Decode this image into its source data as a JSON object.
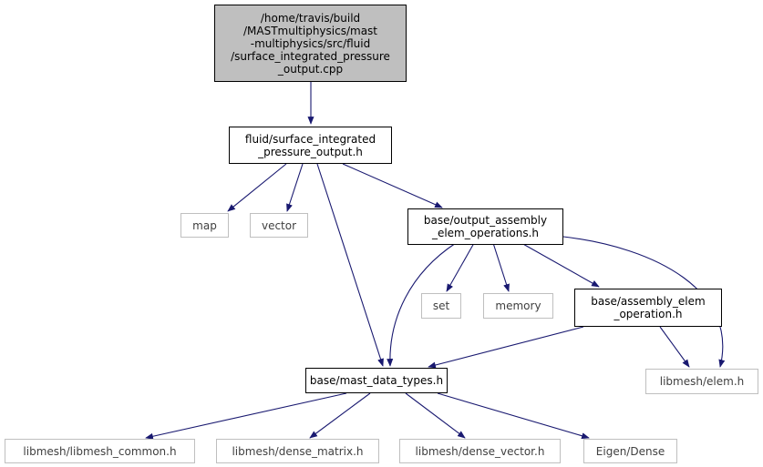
{
  "colors": {
    "edge": "#191970",
    "root_fill": "#bfbfbf",
    "external_border": "#bfbfbf",
    "node_border": "#000000"
  },
  "nodes": {
    "root": {
      "lines": [
        "/home/travis/build",
        "/MASTmultiphysics/mast",
        "-multiphysics/src/fluid",
        "/surface_integrated_pressure",
        "_output.cpp"
      ]
    },
    "header": {
      "lines": [
        "fluid/surface_integrated",
        "_pressure_output.h"
      ]
    },
    "map": {
      "lines": [
        "map"
      ]
    },
    "vector": {
      "lines": [
        "vector"
      ]
    },
    "output_ops": {
      "lines": [
        "base/output_assembly",
        "_elem_operations.h"
      ]
    },
    "set": {
      "lines": [
        "set"
      ]
    },
    "memory": {
      "lines": [
        "memory"
      ]
    },
    "assembly_elem": {
      "lines": [
        "base/assembly_elem",
        "_operation.h"
      ]
    },
    "mast_types": {
      "lines": [
        "base/mast_data_types.h"
      ]
    },
    "elem": {
      "lines": [
        "libmesh/elem.h"
      ]
    },
    "libmesh_common": {
      "lines": [
        "libmesh/libmesh_common.h"
      ]
    },
    "dense_matrix": {
      "lines": [
        "libmesh/dense_matrix.h"
      ]
    },
    "dense_vector": {
      "lines": [
        "libmesh/dense_vector.h"
      ]
    },
    "eigen_dense": {
      "lines": [
        "Eigen/Dense"
      ]
    }
  }
}
